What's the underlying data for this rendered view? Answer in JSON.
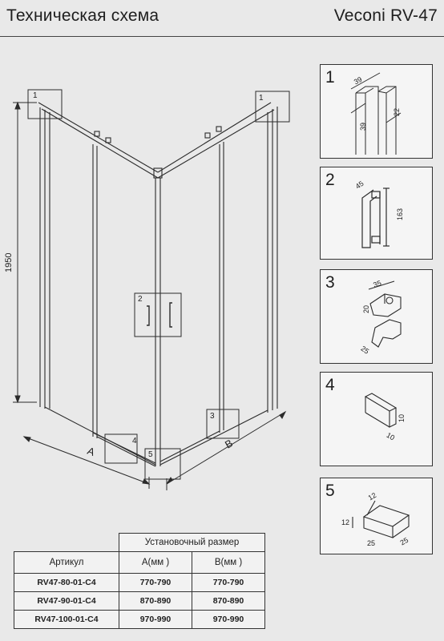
{
  "header": {
    "title": "Техническая схема",
    "model": "Veconi RV-47"
  },
  "main_drawing": {
    "height_dim": "1950",
    "side_a": "A",
    "side_b": "B",
    "callouts": [
      "1",
      "1",
      "2",
      "3",
      "4",
      "5"
    ]
  },
  "details": [
    {
      "num": "1",
      "dims": [
        "39",
        "39",
        "22"
      ]
    },
    {
      "num": "2",
      "dims": [
        "45",
        "163"
      ]
    },
    {
      "num": "3",
      "dims": [
        "35",
        "20",
        "25"
      ]
    },
    {
      "num": "4",
      "dims": [
        "10",
        "10"
      ]
    },
    {
      "num": "5",
      "dims": [
        "12",
        "12",
        "25",
        "25"
      ]
    }
  ],
  "table": {
    "group_header": "Установочный размер",
    "columns": [
      "Артикул",
      "A(мм )",
      "B(мм )"
    ],
    "rows": [
      [
        "RV47-80-01-C4",
        "770-790",
        "770-790"
      ],
      [
        "RV47-90-01-C4",
        "870-890",
        "870-890"
      ],
      [
        "RV47-100-01-C4",
        "970-990",
        "970-990"
      ]
    ]
  }
}
